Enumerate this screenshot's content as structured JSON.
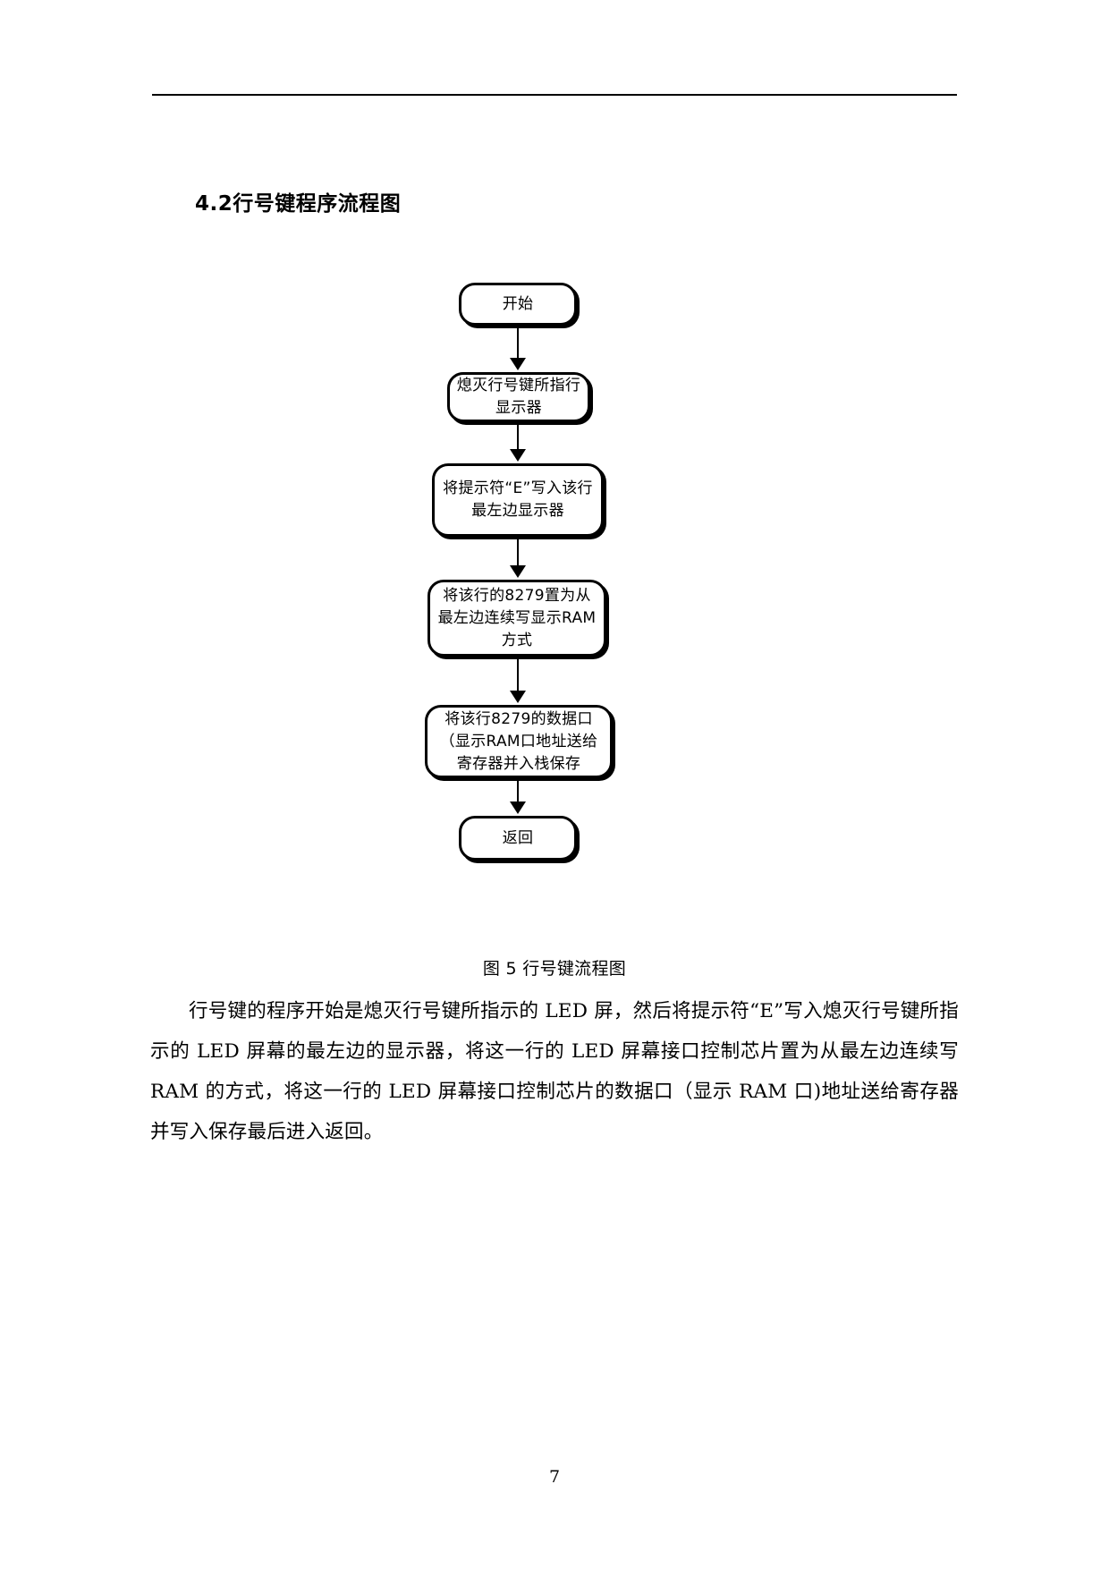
{
  "document": {
    "heading": "4.2行号键程序流程图",
    "figure_caption": "图 5 行号键流程图",
    "body_paragraph": "行号键的程序开始是熄灭行号键所指示的 LED 屏，然后将提示符“E”写入熄灭行号键所指示的 LED 屏幕的最左边的显示器，将这一行的 LED 屏幕接口控制芯片置为从最左边连续写 RAM 的方式，将这一行的 LED 屏幕接口控制芯片的数据口（显示 RAM 口)地址送给寄存器并写入保存最后进入返回。",
    "page_number": "7"
  },
  "flowchart": {
    "nodes": [
      {
        "id": "start",
        "label": "开始",
        "shape": "rounded-rect"
      },
      {
        "id": "step1",
        "label": "熄灭行号键所指行显示器",
        "shape": "rounded-rect"
      },
      {
        "id": "step2",
        "label": "将提示符“E”写入该行最左边显示器",
        "shape": "rounded-rect"
      },
      {
        "id": "step3",
        "label": "将该行的8279置为从最左边连续写显示RAM方式",
        "shape": "rounded-rect"
      },
      {
        "id": "step4",
        "label": "将该行8279的数据口（显示RAM口地址送给寄存器并入栈保存",
        "shape": "rounded-rect"
      },
      {
        "id": "end",
        "label": "返回",
        "shape": "rounded-rect"
      }
    ],
    "edges": [
      {
        "from": "start",
        "to": "step1"
      },
      {
        "from": "step1",
        "to": "step2"
      },
      {
        "from": "step2",
        "to": "step3"
      },
      {
        "from": "step3",
        "to": "step4"
      },
      {
        "from": "step4",
        "to": "end"
      }
    ],
    "style": {
      "line_color": "#000000",
      "fill": "#ffffff"
    }
  }
}
